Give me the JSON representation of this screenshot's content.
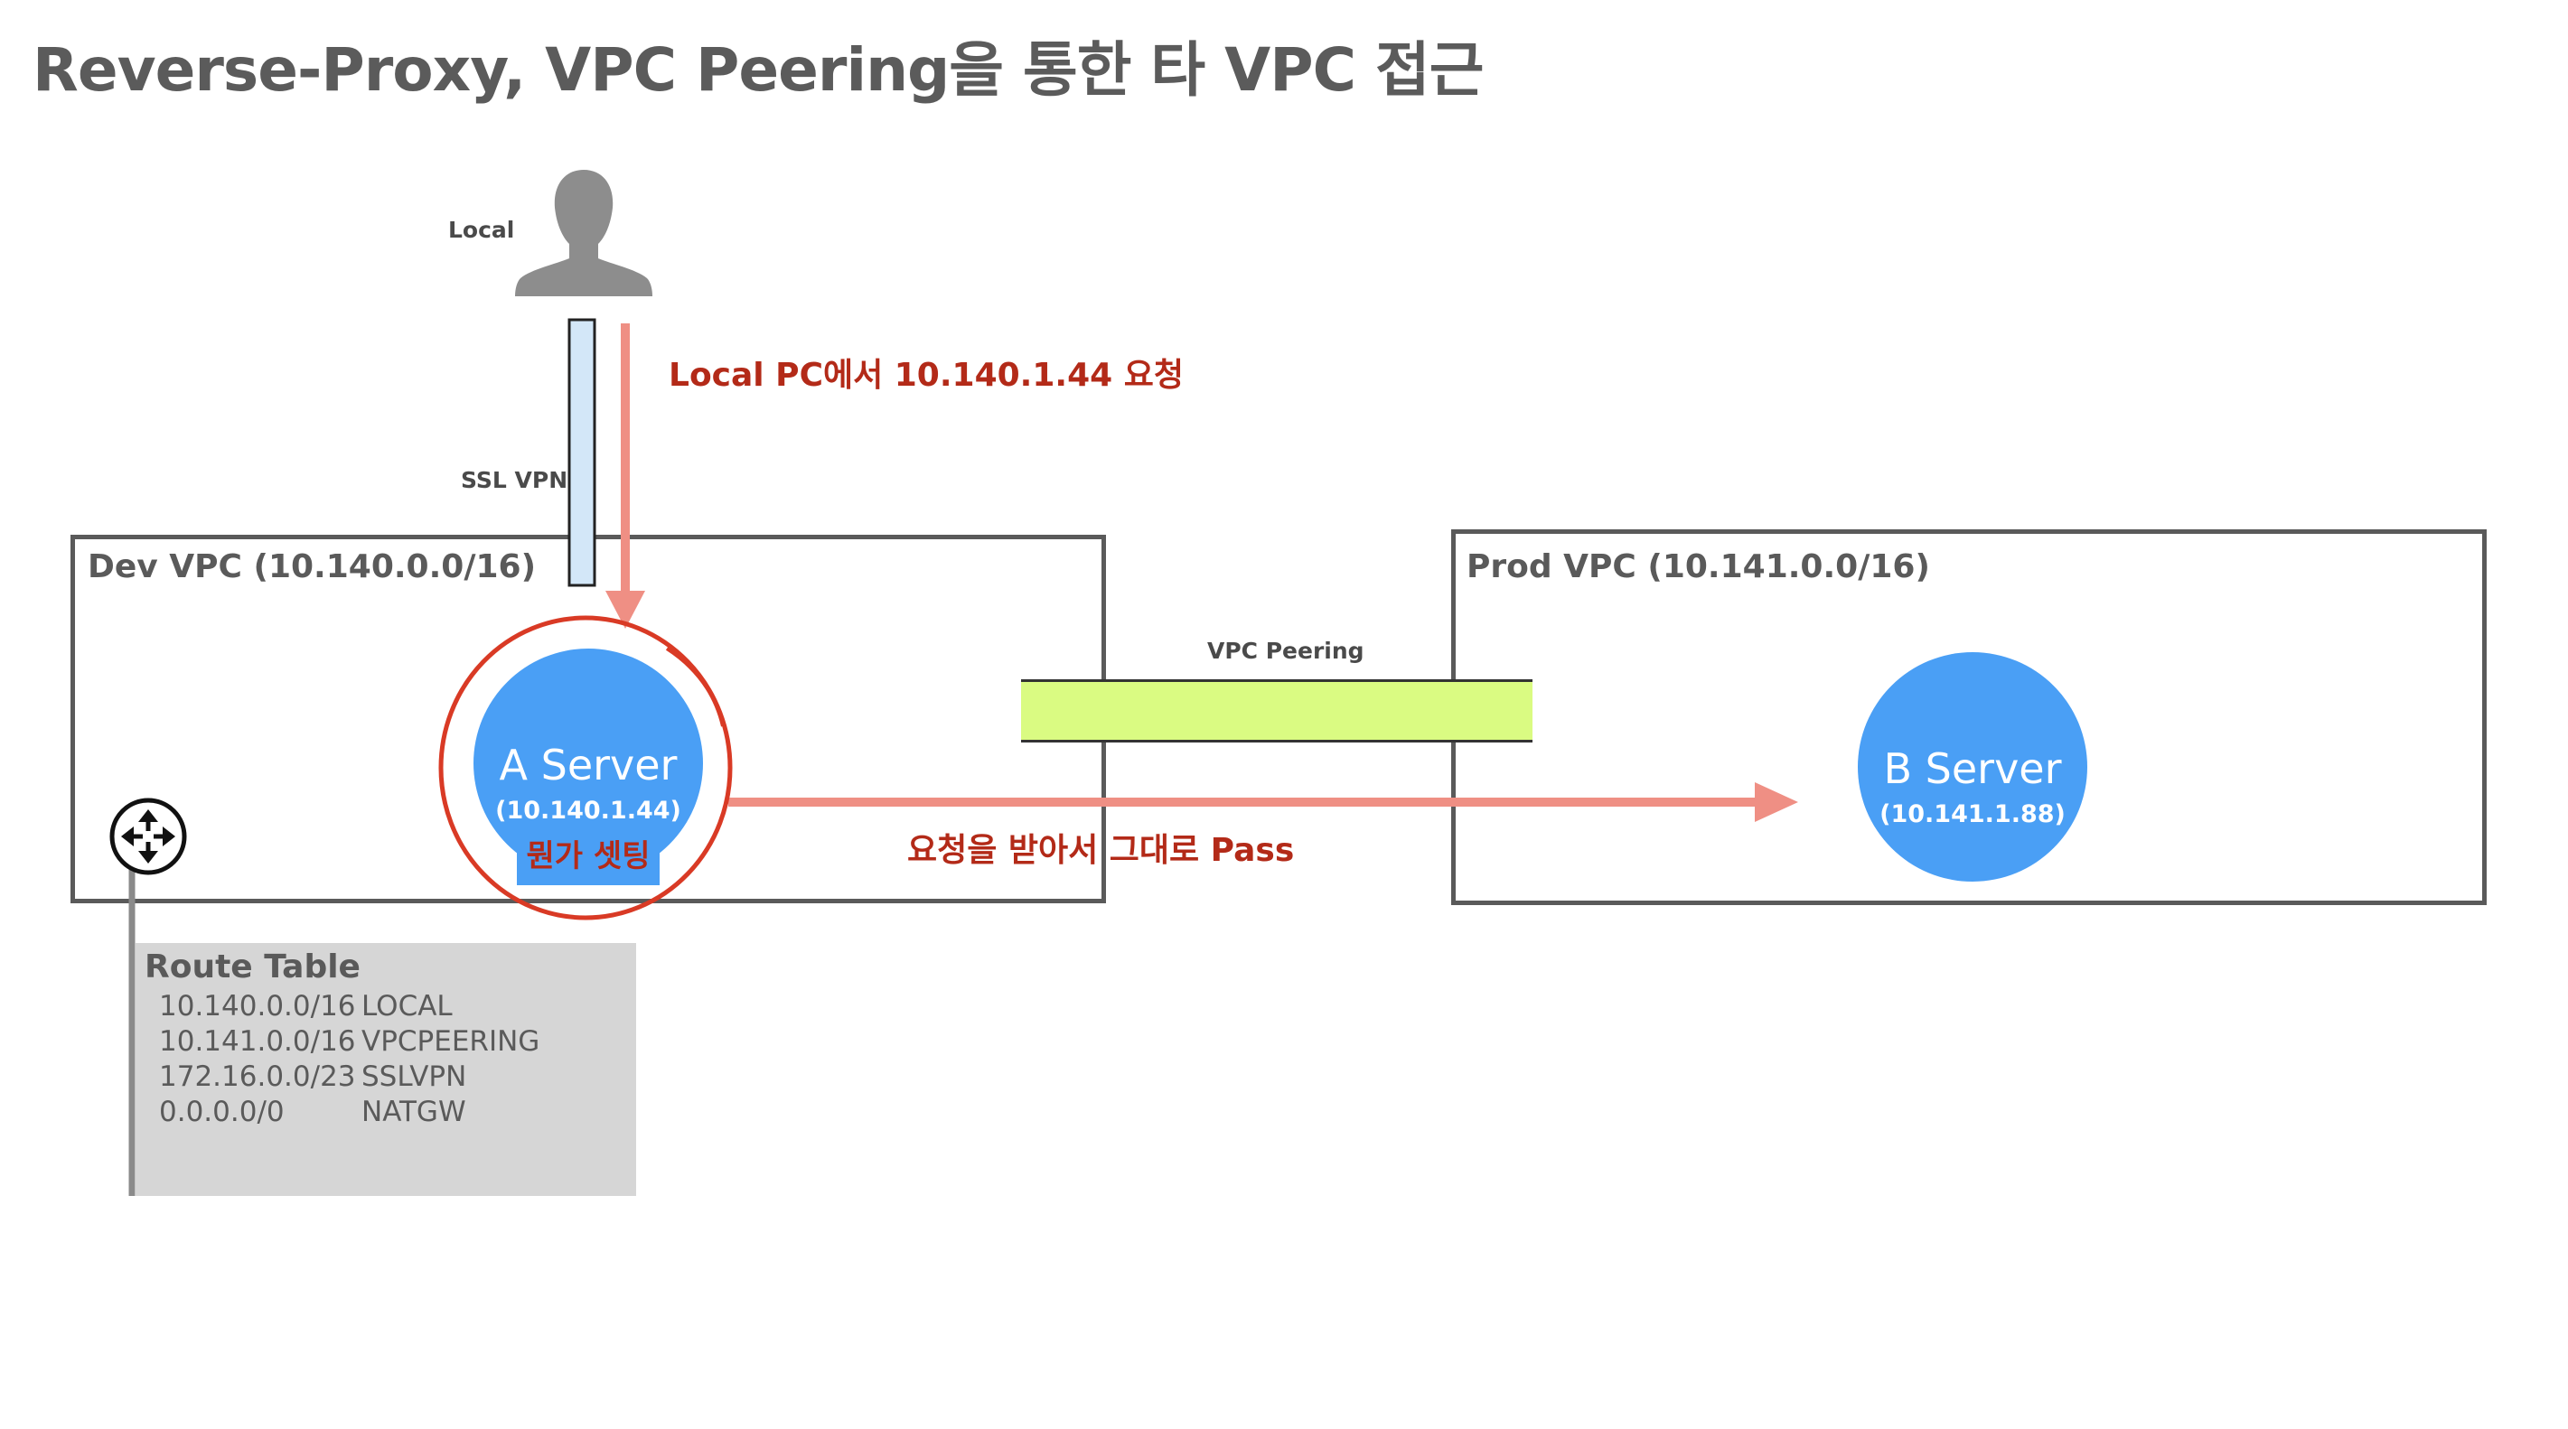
{
  "title": "Reverse-Proxy, VPC Peering을 통한 타 VPC 접근",
  "local": {
    "label": "Local"
  },
  "ssl_vpn": {
    "label": "SSL VPN"
  },
  "request_note": "Local PC에서 10.140.1.44 요청",
  "dev_vpc": {
    "label": "Dev VPC (10.140.0.0/16)"
  },
  "prod_vpc": {
    "label": "Prod VPC (10.141.0.0/16)"
  },
  "vpc_peering": {
    "label": "VPC Peering"
  },
  "server_a": {
    "name": "A Server",
    "ip": "(10.140.1.44)",
    "note": "뭔가 셋팅"
  },
  "server_b": {
    "name": "B Server",
    "ip": "(10.141.1.88)"
  },
  "pass_note": "요청을 받아서 그대로 Pass",
  "route_table": {
    "title": "Route Table",
    "rows": [
      {
        "cidr": "10.140.0.0/16",
        "target": "LOCAL"
      },
      {
        "cidr": "10.141.0.0/16",
        "target": "VPCPEERING"
      },
      {
        "cidr": "172.16.0.0/23",
        "target": "SSLVPN"
      },
      {
        "cidr": "0.0.0.0/0",
        "target": "NATGW"
      }
    ]
  },
  "colors": {
    "server_fill": "#4a9ff5",
    "arrow": "#ef8f84",
    "highlight_circle": "#d93a25",
    "vpn_tunnel": "#d3e7f8",
    "peering_bar": "#dafb82",
    "route_table_bg": "#d6d6d6",
    "note_highlight": "#4a9ff5"
  },
  "icons": {
    "user": "person-silhouette-icon",
    "router": "router-icon"
  }
}
